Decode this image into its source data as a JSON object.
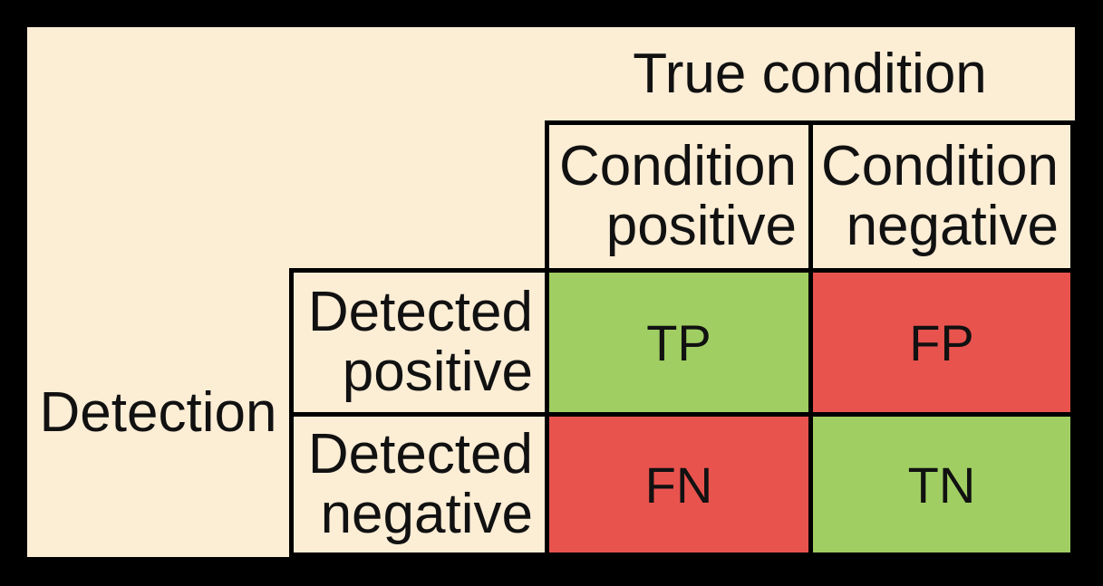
{
  "palette": {
    "canvas_background": "#000000",
    "panel_background": "#FCEDD5",
    "grid_line": "#000000",
    "positive_cell": "#A0CE63",
    "negative_cell": "#E9534E",
    "text": "#111111"
  },
  "matrix": {
    "column_axis_title": "True condition",
    "row_axis_title": "Detection",
    "column_headers": [
      {
        "line1": "Condition",
        "line2": "positive"
      },
      {
        "line1": "Condition",
        "line2": "negative"
      }
    ],
    "row_headers": [
      {
        "line1": "Detected",
        "line2": "positive"
      },
      {
        "line1": "Detected",
        "line2": "negative"
      }
    ],
    "cells": [
      {
        "label": "TP",
        "color": "#A0CE63"
      },
      {
        "label": "FP",
        "color": "#E9534E"
      },
      {
        "label": "FN",
        "color": "#E9534E"
      },
      {
        "label": "TN",
        "color": "#A0CE63"
      }
    ]
  }
}
